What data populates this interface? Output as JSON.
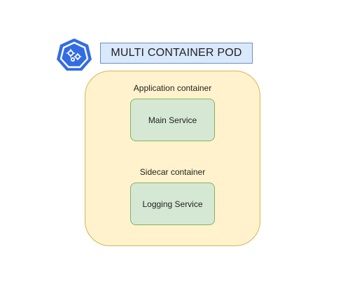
{
  "diagram": {
    "title": "MULTI CONTAINER POD",
    "logo_icon": "kubernetes-pod-icon",
    "colors": {
      "logo": "#326ce5",
      "title_fill": "#dae8fc",
      "title_border": "#6c8ebf",
      "pod_fill": "#fff2cc",
      "pod_border": "#d6b656",
      "service_fill": "#d5e8d4",
      "service_border": "#82b366"
    },
    "pod": {
      "app_section_label": "Application container",
      "app_service": "Main Service",
      "sidecar_section_label": "Sidecar container",
      "sidecar_service": "Logging Service"
    }
  }
}
